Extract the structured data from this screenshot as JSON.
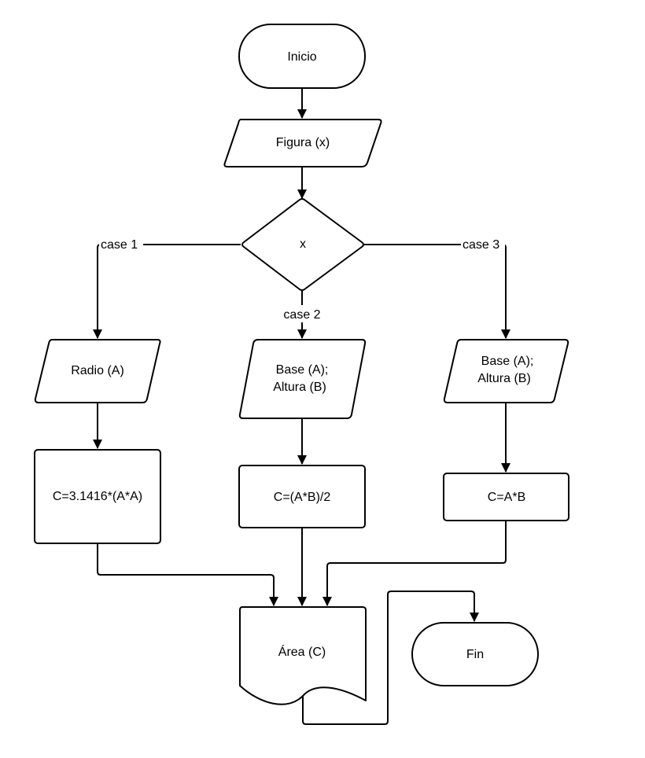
{
  "nodes": {
    "start": {
      "label": "Inicio"
    },
    "input_figure": {
      "label": "Figura (x)"
    },
    "decision": {
      "label": "x"
    },
    "input_radius": {
      "label": "Radio (A)"
    },
    "input_base_height_2": {
      "line1": "Base (A);",
      "line2": "Altura (B)"
    },
    "input_base_height_3": {
      "line1": "Base (A);",
      "line2": "Altura (B)"
    },
    "calc_circle": {
      "label": "C=3.1416*(A*A)"
    },
    "calc_triangle": {
      "label": "C=(A*B)/2"
    },
    "calc_rectangle": {
      "label": "C=A*B"
    },
    "output_area": {
      "label": "Área (C)"
    },
    "end": {
      "label": "Fin"
    }
  },
  "edges": {
    "case1": {
      "label": "case 1"
    },
    "case2": {
      "label": "case 2"
    },
    "case3": {
      "label": "case 3"
    }
  }
}
